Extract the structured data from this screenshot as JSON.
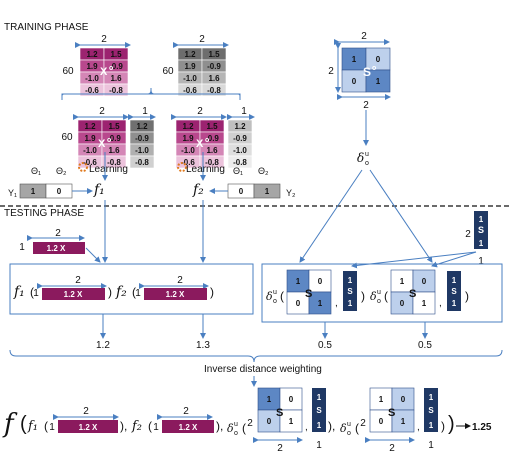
{
  "phases": {
    "training": "TRAINING PHASE",
    "testing": "TESTING PHASE"
  },
  "matrix_dims": {
    "rows": "60",
    "cols": "2",
    "two": "2",
    "one": "1"
  },
  "matrix_values": {
    "rows": [
      [
        "1.2",
        "1.5"
      ],
      [
        "1.9",
        "-0.9"
      ],
      [
        "-1.0",
        "1.6"
      ],
      [
        "-0.6",
        "-0.8"
      ]
    ],
    "center_label_x": "X",
    "center_label_o": "o"
  },
  "labels": {
    "learning": "Learning",
    "theta1": "Θ₁",
    "theta2": "Θ₂",
    "y1": "Y₁",
    "y2": "Y₂",
    "f1": "f₁",
    "f2": "f₂",
    "one": "1",
    "zero": "0",
    "s_label": "S",
    "s_sup_o": "o",
    "s_sup_u": "u",
    "delta": "δ",
    "delta_sup": "u",
    "delta_sub": "o",
    "xu_label": "1.2  X",
    "xu_sup": "u",
    "xu_tail": "1.3",
    "idw": "Inverse distance weighting",
    "f_big": "f",
    "result": "1.25"
  },
  "testing_values": {
    "v1": "1.2",
    "v2": "1.3",
    "v3": "0.5",
    "v4": "0.5"
  },
  "colors": {
    "magenta": "#8b1a5e",
    "navy": "#1f3864",
    "blue": "#4a7fc1",
    "lightblue": "#bdd0ec",
    "midblue": "#5d87c4"
  }
}
